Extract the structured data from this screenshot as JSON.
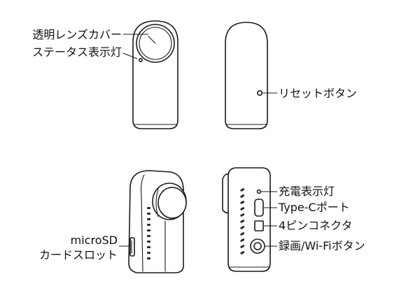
{
  "labels": {
    "lens_cover": "透明レンズカバー",
    "status_light": "ステータス表示灯",
    "reset_button": "リセットボタン",
    "charge_light": "充電表示灯",
    "type_c_port": "Type-Cポート",
    "four_pin_connector": "4ピンコネクタ",
    "record_wifi_button": "録画/Wi-Fiボタン",
    "microsd_line1": "microSD",
    "microsd_line2": "カードスロット"
  },
  "colors": {
    "line": "#1a1a1a",
    "text": "#111111",
    "background": "#ffffff"
  }
}
